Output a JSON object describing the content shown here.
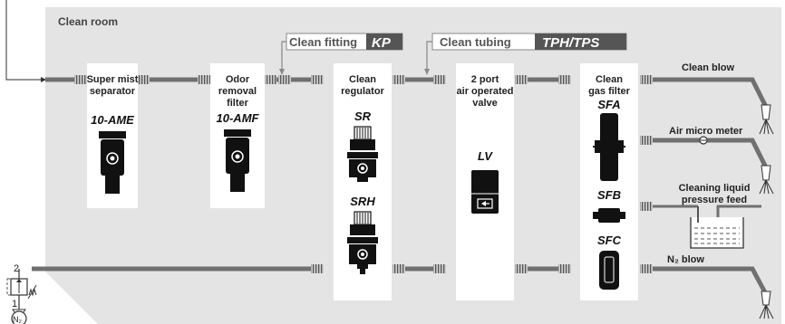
{
  "room_label": "Clean room",
  "callouts": {
    "fitting": {
      "label": "Clean fitting",
      "model": "KP"
    },
    "tubing": {
      "label": "Clean tubing",
      "model": "TPH/TPS"
    }
  },
  "components": {
    "mist": {
      "line1": "Super mist",
      "line2": "separator",
      "model": "10-AME"
    },
    "odor": {
      "line1": "Odor",
      "line2": "removal",
      "line3": "filter",
      "model": "10-AMF"
    },
    "regulator": {
      "line1": "Clean",
      "line2": "regulator",
      "model1": "SR",
      "model2": "SRH"
    },
    "valve": {
      "line1": "2 port",
      "line2": "air operated",
      "line3": "valve",
      "model": "LV"
    },
    "gasfilter": {
      "line1": "Clean",
      "line2": "gas filter",
      "model1": "SFA",
      "model2": "SFB",
      "model3": "SFC"
    }
  },
  "outputs": {
    "clean_blow": "Clean blow",
    "micro_meter": "Air micro meter",
    "cleaning_line1": "Cleaning liquid",
    "cleaning_line2": "pressure feed",
    "n2_blow": "N₂ blow"
  },
  "source": {
    "port2": "2",
    "port1": "1",
    "n2_label": "N₂"
  }
}
